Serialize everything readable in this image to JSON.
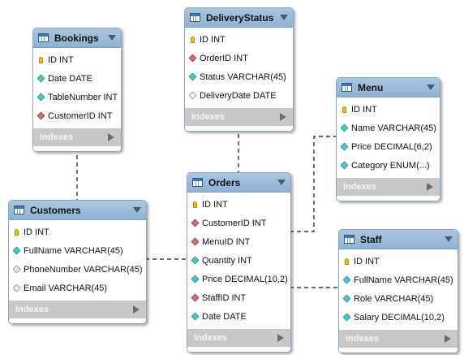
{
  "indexes_label": "Indexes",
  "tables": [
    {
      "id": "bookings",
      "name": "Bookings",
      "columns": [
        {
          "text": "ID INT",
          "kind": "pk"
        },
        {
          "text": "Date DATE",
          "kind": "nn"
        },
        {
          "text": "TableNumber INT",
          "kind": "nn"
        },
        {
          "text": "CustomerID INT",
          "kind": "fk"
        }
      ]
    },
    {
      "id": "deliverystatus",
      "name": "DeliveryStatus",
      "columns": [
        {
          "text": "ID INT",
          "kind": "pk"
        },
        {
          "text": "OrderID INT",
          "kind": "fk"
        },
        {
          "text": "Status VARCHAR(45)",
          "kind": "nn"
        },
        {
          "text": "DeliveryDate DATE",
          "kind": "nl"
        }
      ]
    },
    {
      "id": "menu",
      "name": "Menu",
      "columns": [
        {
          "text": "ID INT",
          "kind": "pk"
        },
        {
          "text": "Name VARCHAR(45)",
          "kind": "nn"
        },
        {
          "text": "Price DECIMAL(6,2)",
          "kind": "nn"
        },
        {
          "text": "Category ENUM(...)",
          "kind": "nn"
        }
      ]
    },
    {
      "id": "customers",
      "name": "Customers",
      "columns": [
        {
          "text": "ID INT",
          "kind": "pk"
        },
        {
          "text": "FullName VARCHAR(45)",
          "kind": "nn"
        },
        {
          "text": "PhoneNumber VARCHAR(45)",
          "kind": "nl"
        },
        {
          "text": "Email VARCHAR(45)",
          "kind": "nl"
        }
      ]
    },
    {
      "id": "orders",
      "name": "Orders",
      "columns": [
        {
          "text": "ID INT",
          "kind": "pk"
        },
        {
          "text": "CustomerID INT",
          "kind": "fk"
        },
        {
          "text": "MenuID INT",
          "kind": "fk"
        },
        {
          "text": "Quantity INT",
          "kind": "nn"
        },
        {
          "text": "Price DECIMAL(10,2)",
          "kind": "nn"
        },
        {
          "text": "StaffID INT",
          "kind": "fk"
        },
        {
          "text": "Date DATE",
          "kind": "nn"
        }
      ]
    },
    {
      "id": "staff",
      "name": "Staff",
      "columns": [
        {
          "text": "ID INT",
          "kind": "pk"
        },
        {
          "text": "FullName VARCHAR(45)",
          "kind": "nn"
        },
        {
          "text": "Role VARCHAR(45)",
          "kind": "nn"
        },
        {
          "text": "Salary DECIMAL(10,2)",
          "kind": "nn"
        }
      ]
    }
  ],
  "relationships": [
    {
      "from": "bookings",
      "to": "customers",
      "many_end": "bookings",
      "one_end": "customers"
    },
    {
      "from": "deliverystatus",
      "to": "orders",
      "many_end": "deliverystatus",
      "one_end": "orders"
    },
    {
      "from": "orders",
      "to": "customers",
      "many_end": "orders",
      "one_end": "customers"
    },
    {
      "from": "orders",
      "to": "menu",
      "many_end": "orders",
      "one_end": "menu"
    },
    {
      "from": "orders",
      "to": "staff",
      "many_end": "orders",
      "one_end": "staff"
    }
  ],
  "colors": {
    "header": "#9dbcda",
    "indexes_bar": "#c8c8c8",
    "pk": "#e8c21a",
    "fk": "#d56f6f",
    "not_null": "#4fc7c7"
  }
}
